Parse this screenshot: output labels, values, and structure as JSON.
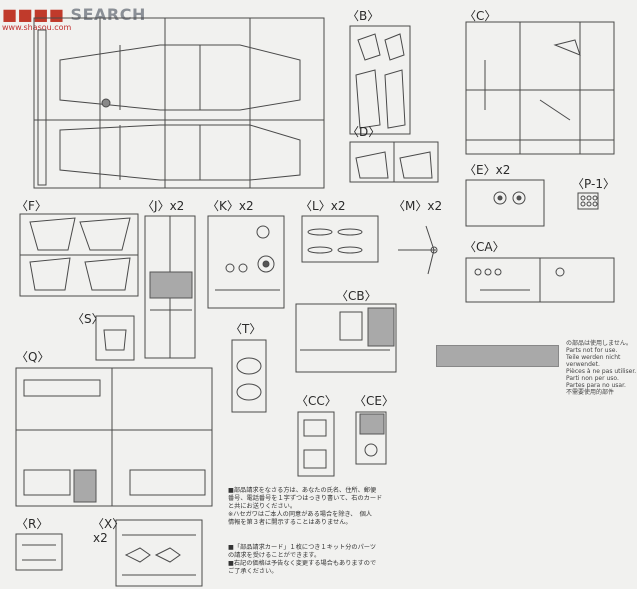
{
  "watermark": {
    "text": "SEARCH",
    "sub": "www.shasou.com"
  },
  "sprues": [
    {
      "id": "B",
      "label": "B",
      "count": ""
    },
    {
      "id": "C",
      "label": "C",
      "count": ""
    },
    {
      "id": "D",
      "label": "D",
      "count": ""
    },
    {
      "id": "E",
      "label": "E",
      "count": "x2"
    },
    {
      "id": "P1",
      "label": "P-1",
      "count": ""
    },
    {
      "id": "F",
      "label": "F",
      "count": ""
    },
    {
      "id": "J",
      "label": "J",
      "count": "x2"
    },
    {
      "id": "K",
      "label": "K",
      "count": "x2"
    },
    {
      "id": "L",
      "label": "L",
      "count": "x2"
    },
    {
      "id": "M",
      "label": "M",
      "count": "x2"
    },
    {
      "id": "CA",
      "label": "CA",
      "count": ""
    },
    {
      "id": "S",
      "label": "S",
      "count": ""
    },
    {
      "id": "T",
      "label": "T",
      "count": ""
    },
    {
      "id": "CB",
      "label": "CB",
      "count": ""
    },
    {
      "id": "Q",
      "label": "Q",
      "count": ""
    },
    {
      "id": "CC",
      "label": "CC",
      "count": ""
    },
    {
      "id": "CE",
      "label": "CE",
      "count": ""
    },
    {
      "id": "R",
      "label": "R",
      "count": ""
    },
    {
      "id": "X",
      "label": "X",
      "count": "x2"
    }
  ],
  "legend": {
    "lines": [
      "の部品は使用しません。",
      "Parts not for use.",
      "Teile werden nicht verwendet.",
      "Pièces à ne pas utiliser.",
      "Parti non per uso.",
      "Partes para no usar.",
      "不需要使用的部件"
    ]
  },
  "notes": {
    "block1": [
      "■部品請求をなさる方は、あなたの氏名、住所、郵便",
      "番号、電話番号を１字ずつはっきり書いて、右のカード",
      "と共にお送りください。",
      "※ハセガワはご本人の同意がある場合を除き、　個人",
      "情報を第３者に開示することはありません。"
    ],
    "block2": [
      "■「部品請求カード」１枚につき１キット分のパーツ",
      "の請求を受けることができます。",
      "■右記の価格は予告なく変更する場合もありますので",
      "ご了承ください。"
    ]
  }
}
